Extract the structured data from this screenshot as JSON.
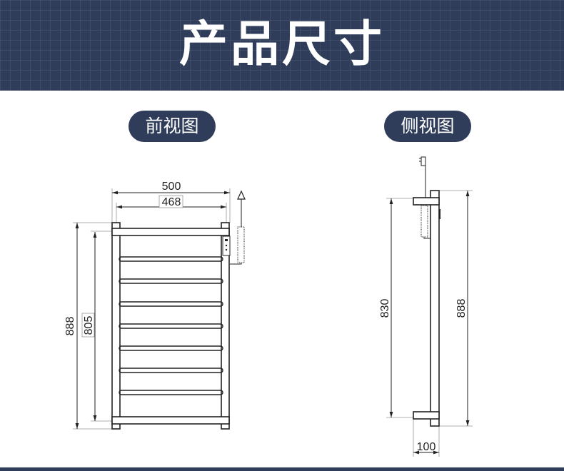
{
  "header": {
    "title": "产品尺寸"
  },
  "front_view": {
    "label": "前视图",
    "width_outer": "500",
    "width_inner": "468",
    "height_outer": "888",
    "height_inner": "805"
  },
  "side_view": {
    "label": "侧视图",
    "height_mount": "830",
    "height_total": "888",
    "depth": "100"
  },
  "colors": {
    "navy": "#2f3d5a"
  }
}
